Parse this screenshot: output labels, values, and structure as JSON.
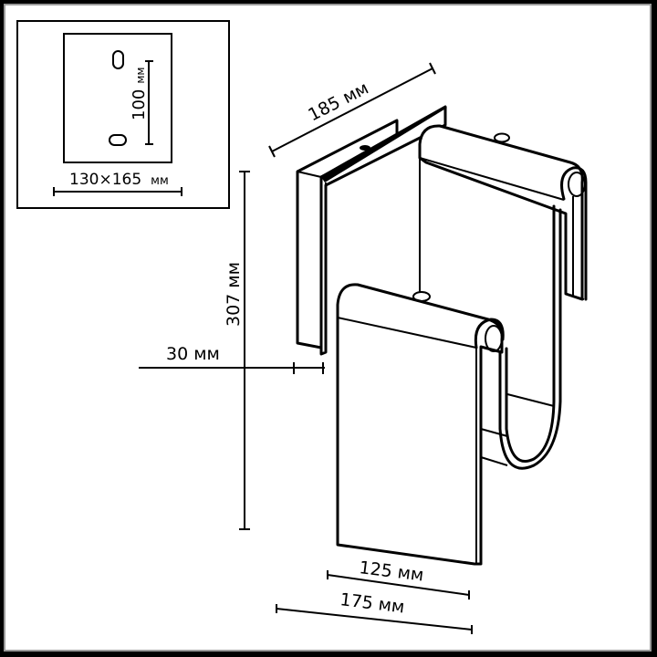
{
  "inset": {
    "plate_size_label": "130×165",
    "plate_size_unit": "мм",
    "hole_spacing_label": "100",
    "hole_spacing_unit": "мм"
  },
  "dimensions": {
    "depth": "185 мм",
    "height": "307 мм",
    "wall_offset": "30 мм",
    "front_width": "125 мм",
    "total_width": "175 мм"
  },
  "colors": {
    "line": "#000000",
    "background": "#ffffff",
    "frame_outer": "#000000",
    "frame_inner": "#9a9a9a"
  }
}
